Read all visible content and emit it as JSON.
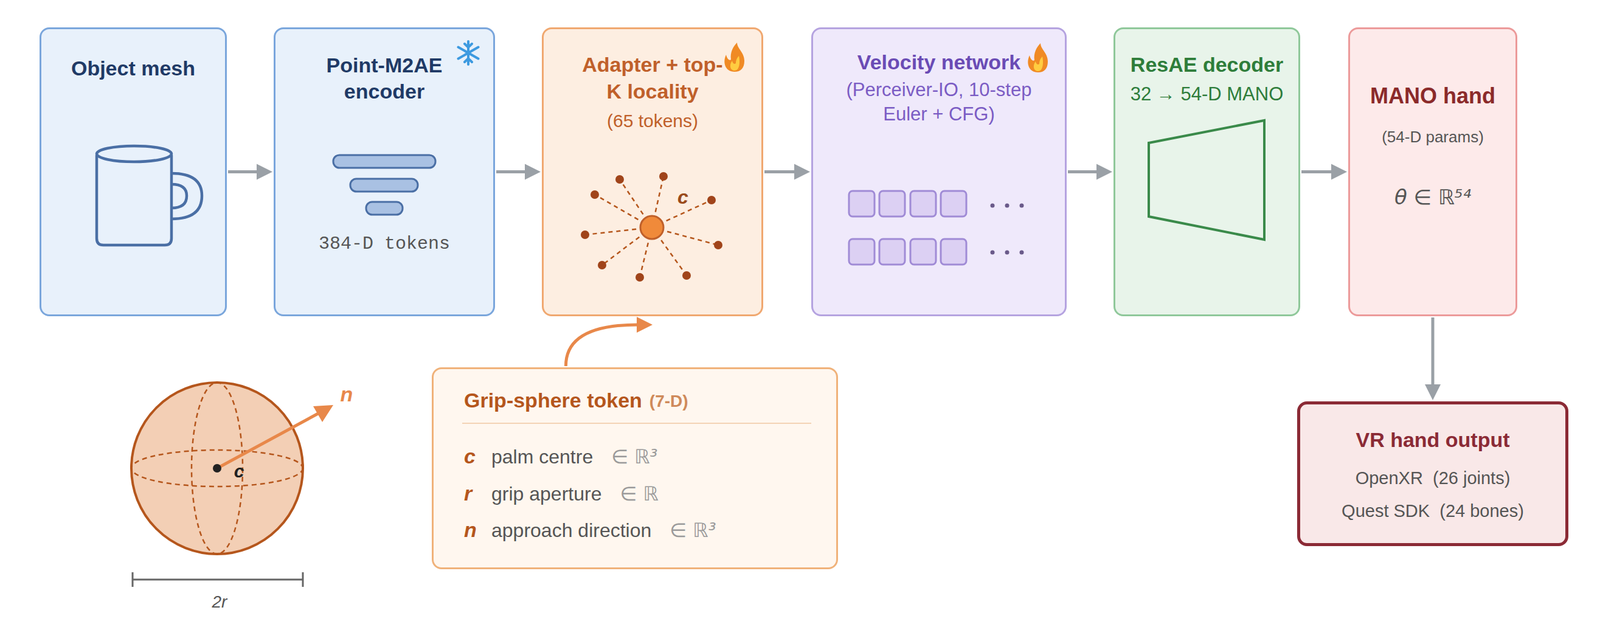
{
  "diagram": {
    "nodes": [
      {
        "text": [
          "Object mesh"
        ]
      },
      {
        "text": [
          "Point-M2AE encoder",
          "384-D tokens"
        ]
      },
      {
        "text": [
          "Adapter + top-K locality",
          "(65 tokens)"
        ]
      },
      {
        "text": [
          "Velocity network",
          "(Perceiver-IO, 10-step Euler + CFG)"
        ]
      },
      {
        "text": [
          "ResAE decoder",
          "32 → 54-D MANO"
        ]
      },
      {
        "text": [
          "MANO hand",
          "(54-D params)",
          "θ ∈ ℝ⁵⁴"
        ]
      },
      {
        "text": [
          "VR hand output",
          "OpenXR  (26 joints)",
          "Quest SDK  (24 bones)"
        ]
      },
      {
        "text": [
          "Grip-sphere token",
          "(7-D)",
          "c",
          "palm centre",
          "∈ ℝ³",
          "r",
          "grip aperture",
          "∈ ℝ",
          "n",
          "approach direction",
          "∈ ℝ³"
        ]
      }
    ],
    "edges": [
      {
        "from": 0,
        "to": 1,
        "arrow": "to"
      },
      {
        "from": 1,
        "to": 2,
        "arrow": "to"
      },
      {
        "from": 2,
        "to": 3,
        "arrow": "to"
      },
      {
        "from": 3,
        "to": 4,
        "arrow": "to"
      },
      {
        "from": 4,
        "to": 5,
        "arrow": "to"
      },
      {
        "from": 5,
        "to": 6,
        "arrow": "to"
      },
      {
        "from": 7,
        "to": 2,
        "arrow": "to"
      }
    ],
    "labels": [
      "c",
      "n",
      "c",
      "2r"
    ]
  }
}
